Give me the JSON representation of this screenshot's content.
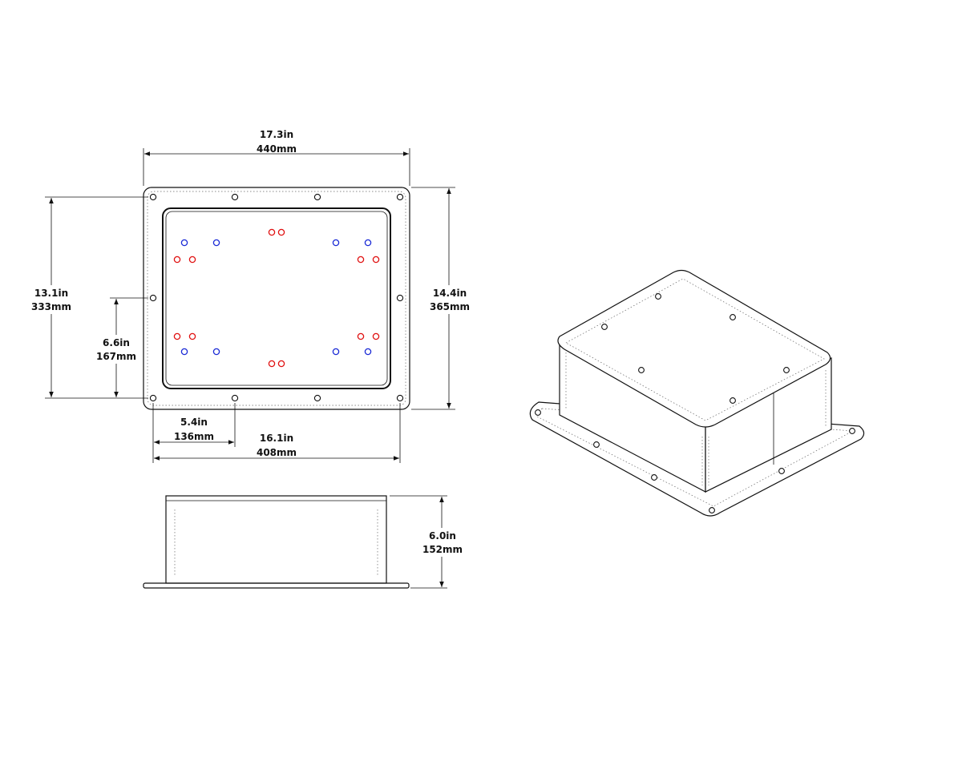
{
  "colors": {
    "line": "#111111",
    "hole_red": "#e01010",
    "hole_blue": "#1a2ad6"
  },
  "dimensions": {
    "outer_width": {
      "in": "17.3in",
      "mm": "440mm"
    },
    "hole_width": {
      "in": "16.1in",
      "mm": "408mm"
    },
    "hole_pitch_x": {
      "in": "5.4in",
      "mm": "136mm"
    },
    "hole_height": {
      "in": "13.1in",
      "mm": "333mm"
    },
    "hole_pitch_y": {
      "in": "6.6in",
      "mm": "167mm"
    },
    "outer_height": {
      "in": "14.4in",
      "mm": "365mm"
    },
    "depth": {
      "in": "6.0in",
      "mm": "152mm"
    }
  }
}
